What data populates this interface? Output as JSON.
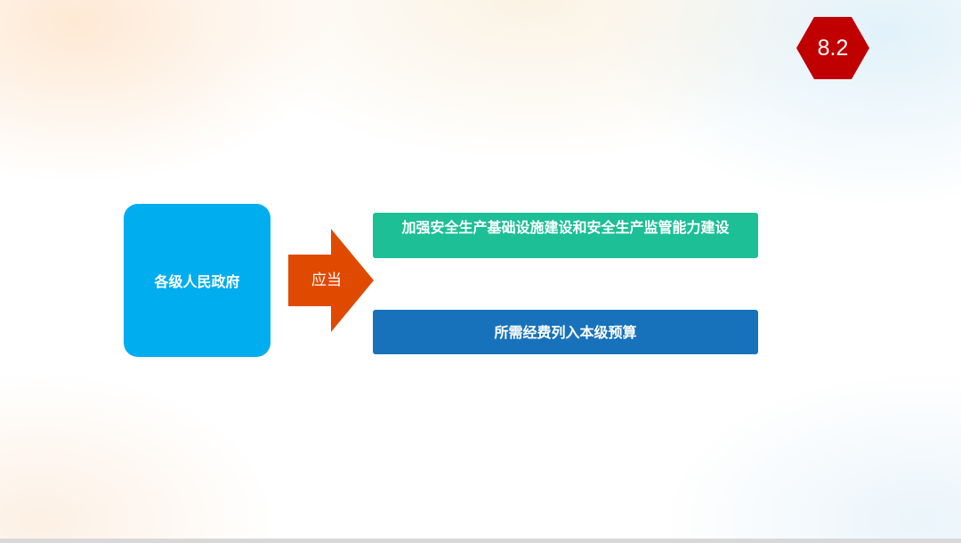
{
  "badge": {
    "label": "8.2",
    "color": "#c00000"
  },
  "diagram": {
    "source": {
      "label": "各级人民政府",
      "color": "#00adef"
    },
    "connector": {
      "label": "应当",
      "color": "#e04a00"
    },
    "targets": [
      {
        "label": "加强安全生产基础设施建设和安全生产监管能力建设",
        "color": "#1cbf96"
      },
      {
        "label": "所需经费列入本级预算",
        "color": "#1872bb"
      }
    ]
  }
}
